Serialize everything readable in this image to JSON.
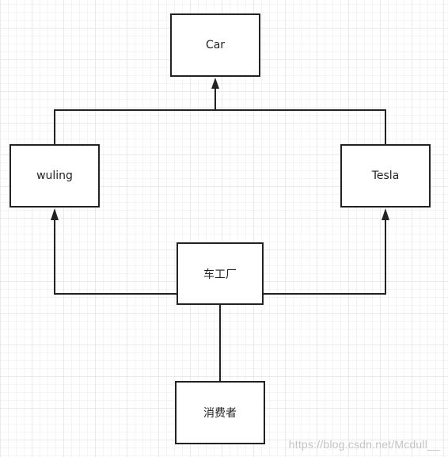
{
  "diagram": {
    "nodes": {
      "car": "Car",
      "wuling": "wuling",
      "tesla": "Tesla",
      "factory": "车工厂",
      "consumer": "消费者"
    },
    "edges": [
      {
        "from": "wuling",
        "to": "car",
        "arrow": "triangle"
      },
      {
        "from": "tesla",
        "to": "car",
        "arrow": "triangle"
      },
      {
        "from": "factory",
        "to": "wuling",
        "arrow": "triangle"
      },
      {
        "from": "factory",
        "to": "tesla",
        "arrow": "triangle"
      },
      {
        "from": "consumer",
        "to": "factory",
        "arrow": "none"
      }
    ]
  },
  "watermark": "https://blog.csdn.net/Mcdull__",
  "colors": {
    "stroke": "#222222",
    "grid": "#e9e9e9",
    "watermark": "#c4c4c4"
  }
}
